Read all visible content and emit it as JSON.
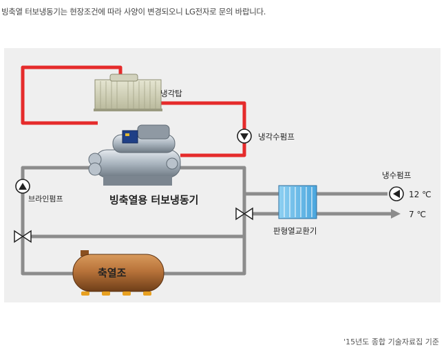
{
  "notice": "빙축열 터보냉동기는 현장조건에 따라 사양이 변경되오니 LG전자로 문의 바랍니다.",
  "diagram": {
    "cooling_tower": "냉각탑",
    "cooling_water_pump": "냉각수펌프",
    "brine_pump": "브라인펌프",
    "chiller": "빙축열용 터보냉동기",
    "chilled_water_pump": "냉수펌프",
    "temp_return": "12 ℃",
    "temp_supply": "7 ℃",
    "heat_exchanger": "판형열교환기",
    "storage_tank": "축열조"
  },
  "colors": {
    "condenser_loop": "#e52b2b",
    "brine_loop": "#8c8c8c",
    "panel_bg": "#efefef",
    "tank": "#b8733a"
  },
  "icons": [
    "pump-icon",
    "valve-icon",
    "arrow-right-icon"
  ],
  "source": "'15년도 종합 기술자료집 기준"
}
